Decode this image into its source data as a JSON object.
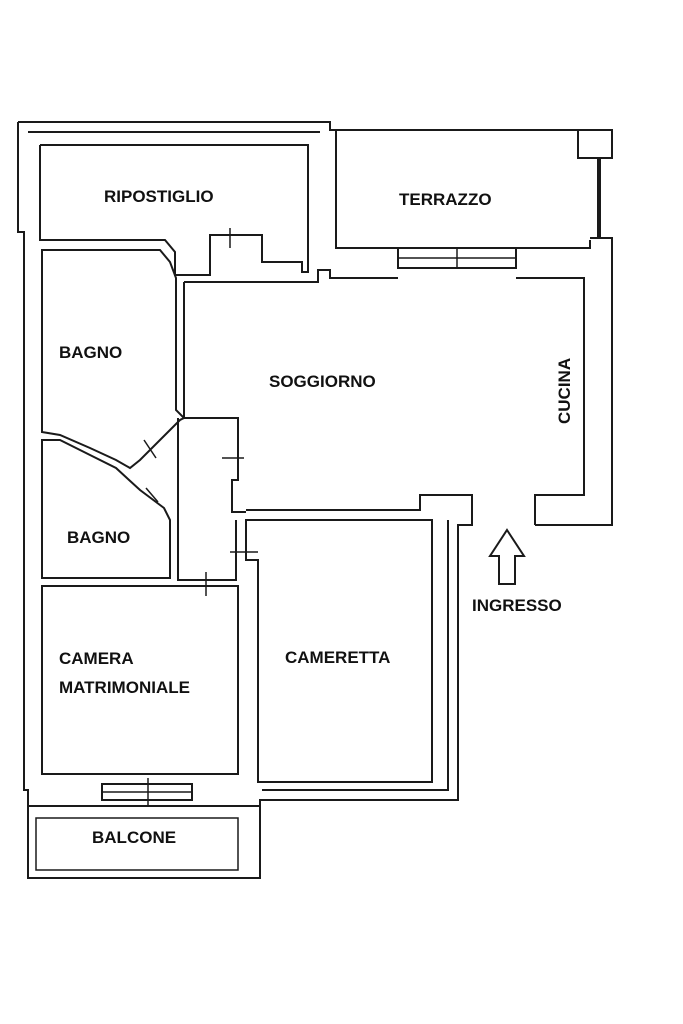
{
  "rooms": {
    "ripostiglio": "RIPOSTIGLIO",
    "terrazzo": "TERRAZZO",
    "bagno_1": "BAGNO",
    "soggiorno": "SOGGIORNO",
    "cucina": "CUCINA",
    "bagno_2": "BAGNO",
    "camera_line1": "CAMERA",
    "camera_line2": "MATRIMONIALE",
    "cameretta": "CAMERETTA",
    "balcone": "BALCONE"
  },
  "entrance": {
    "label": "INGRESSO",
    "arrow_icon": "up-arrow-icon"
  }
}
